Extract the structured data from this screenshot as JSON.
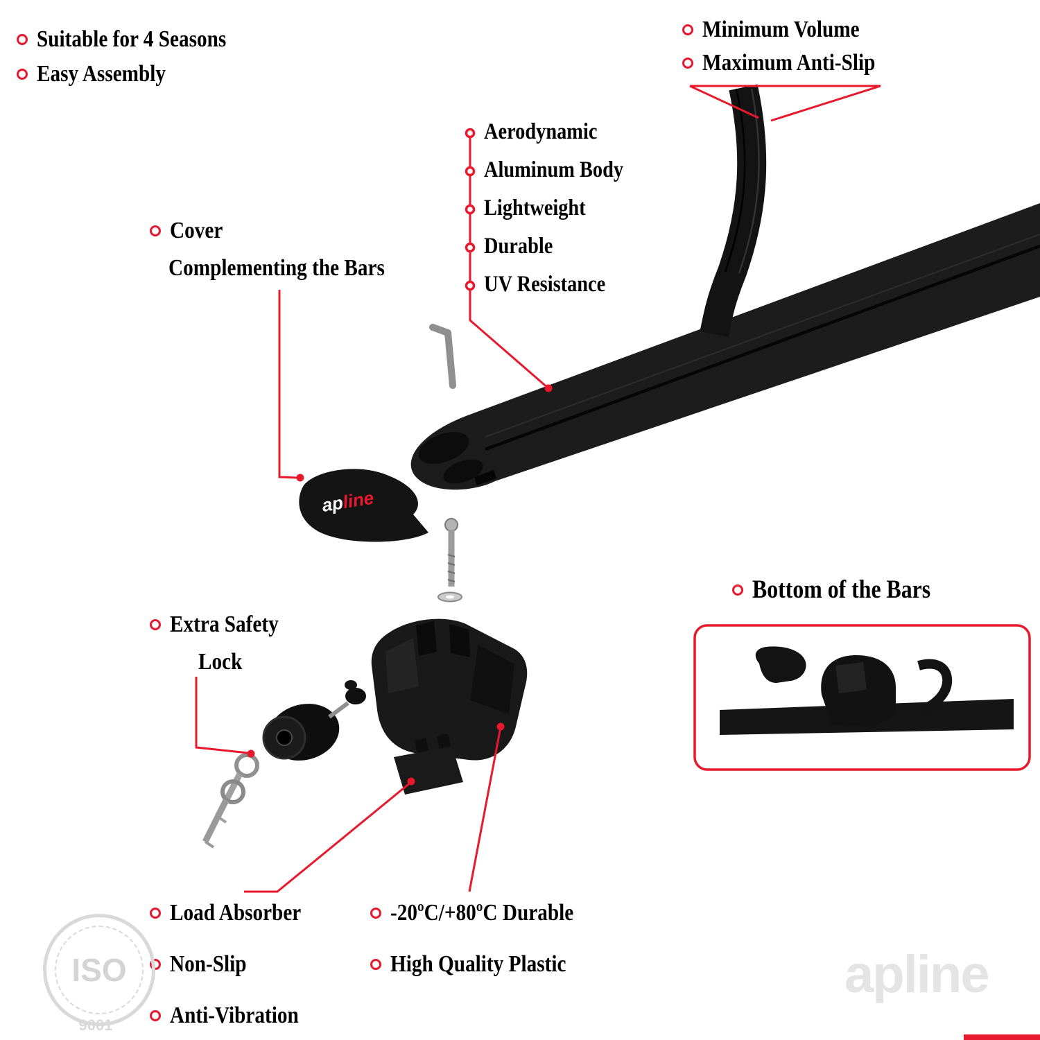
{
  "colors": {
    "accent": "#e8192c",
    "text": "#000000",
    "product": "#1a1a1a",
    "watermark": "#e4e4e4"
  },
  "top_left": {
    "items": [
      "Suitable for 4 Seasons",
      "Easy Assembly"
    ]
  },
  "top_right": {
    "items": [
      "Minimum Volume",
      "Maximum Anti-Slip"
    ]
  },
  "features": {
    "items": [
      "Aerodynamic",
      "Aluminum Body",
      "Lightweight",
      "Durable",
      "UV Resistance"
    ]
  },
  "cover": {
    "line1": "Cover",
    "line2": "Complementing the Bars"
  },
  "safety_lock": {
    "line1": "Extra Safety",
    "line2": "Lock"
  },
  "bottom_bars": {
    "label": "Bottom of the Bars"
  },
  "bottom_left": {
    "items": [
      "Load Absorber",
      "Non-Slip",
      "Anti-Vibration"
    ]
  },
  "bottom_middle": {
    "items": [
      "-20ºC/+80ºC Durable",
      "High Quality Plastic"
    ]
  },
  "cover_logo": {
    "part1": "ap",
    "part2": "line"
  },
  "watermarks": {
    "iso": "ISO",
    "iso_code": "9001",
    "brand": "apline"
  }
}
